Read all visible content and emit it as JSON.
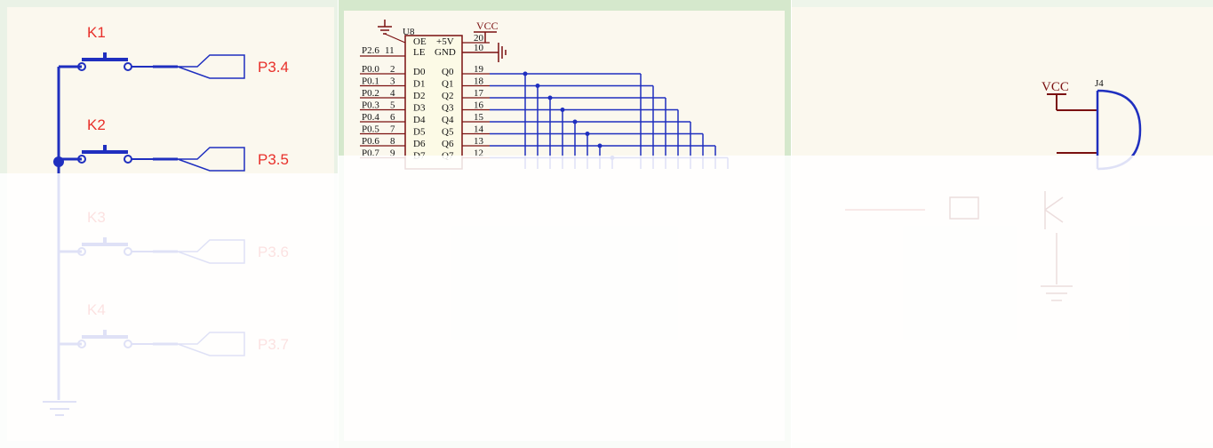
{
  "keys_panel": {
    "switches": [
      {
        "name": "K1",
        "port": "P3.4"
      },
      {
        "name": "K2",
        "port": "P3.5"
      },
      {
        "name": "K3",
        "port": "P3.6"
      },
      {
        "name": "K4",
        "port": "P3.7"
      }
    ]
  },
  "latch_panel": {
    "chip_ref": "U8",
    "vcc": "VCC",
    "control_pins": [
      {
        "net": "P2.6",
        "num": "11",
        "name": "LE"
      }
    ],
    "power_pins": [
      {
        "name": "OE",
        "num": "20",
        "right": "+5V"
      },
      {
        "name": "GND",
        "num": "10"
      }
    ],
    "data_pins": [
      {
        "net": "P0.0",
        "in_num": "2",
        "d": "D0",
        "q": "Q0",
        "out_num": "19"
      },
      {
        "net": "P0.1",
        "in_num": "3",
        "d": "D1",
        "q": "Q1",
        "out_num": "18"
      },
      {
        "net": "P0.2",
        "in_num": "4",
        "d": "D2",
        "q": "Q2",
        "out_num": "17"
      },
      {
        "net": "P0.3",
        "in_num": "5",
        "d": "D3",
        "q": "Q3",
        "out_num": "16"
      },
      {
        "net": "P0.4",
        "in_num": "6",
        "d": "D4",
        "q": "Q4",
        "out_num": "15"
      },
      {
        "net": "P0.5",
        "in_num": "7",
        "d": "D5",
        "q": "Q5",
        "out_num": "14"
      },
      {
        "net": "P0.6",
        "in_num": "8",
        "d": "D6",
        "q": "Q6",
        "out_num": "13"
      },
      {
        "net": "P0.7",
        "in_num": "9",
        "d": "D7",
        "q": "Q7",
        "out_num": "12"
      }
    ]
  },
  "buzzer_panel": {
    "vcc": "VCC",
    "connector": "J4"
  }
}
